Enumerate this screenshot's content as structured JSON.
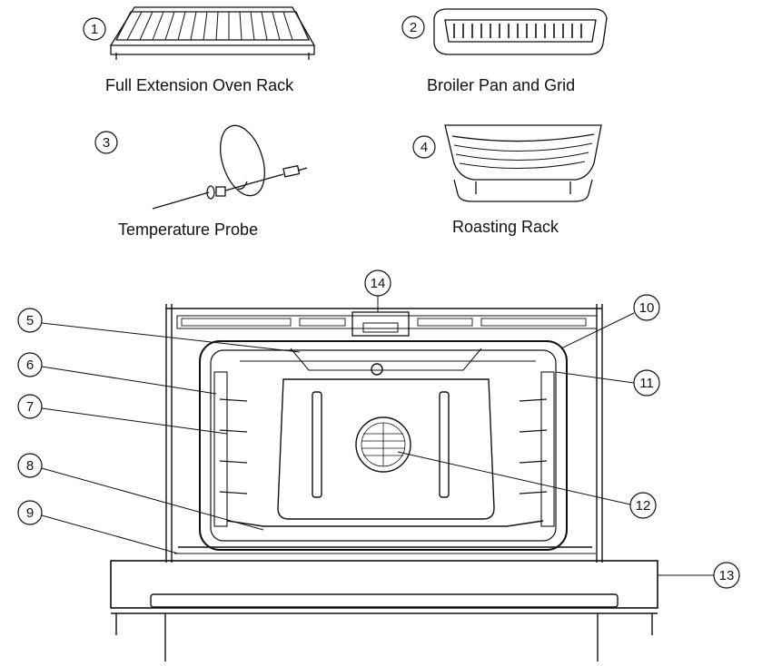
{
  "accessories": [
    {
      "number": "1",
      "label": "Full Extension Oven Rack",
      "icon": "oven-rack-icon"
    },
    {
      "number": "2",
      "label": "Broiler Pan and Grid",
      "icon": "broiler-pan-icon"
    },
    {
      "number": "3",
      "label": "Temperature Probe",
      "icon": "temperature-probe-icon"
    },
    {
      "number": "4",
      "label": "Roasting Rack",
      "icon": "roasting-rack-icon"
    }
  ],
  "callouts": [
    "5",
    "6",
    "7",
    "8",
    "9",
    "10",
    "11",
    "12",
    "13",
    "14"
  ],
  "colors": {
    "ink": "#111111",
    "background": "#ffffff"
  }
}
